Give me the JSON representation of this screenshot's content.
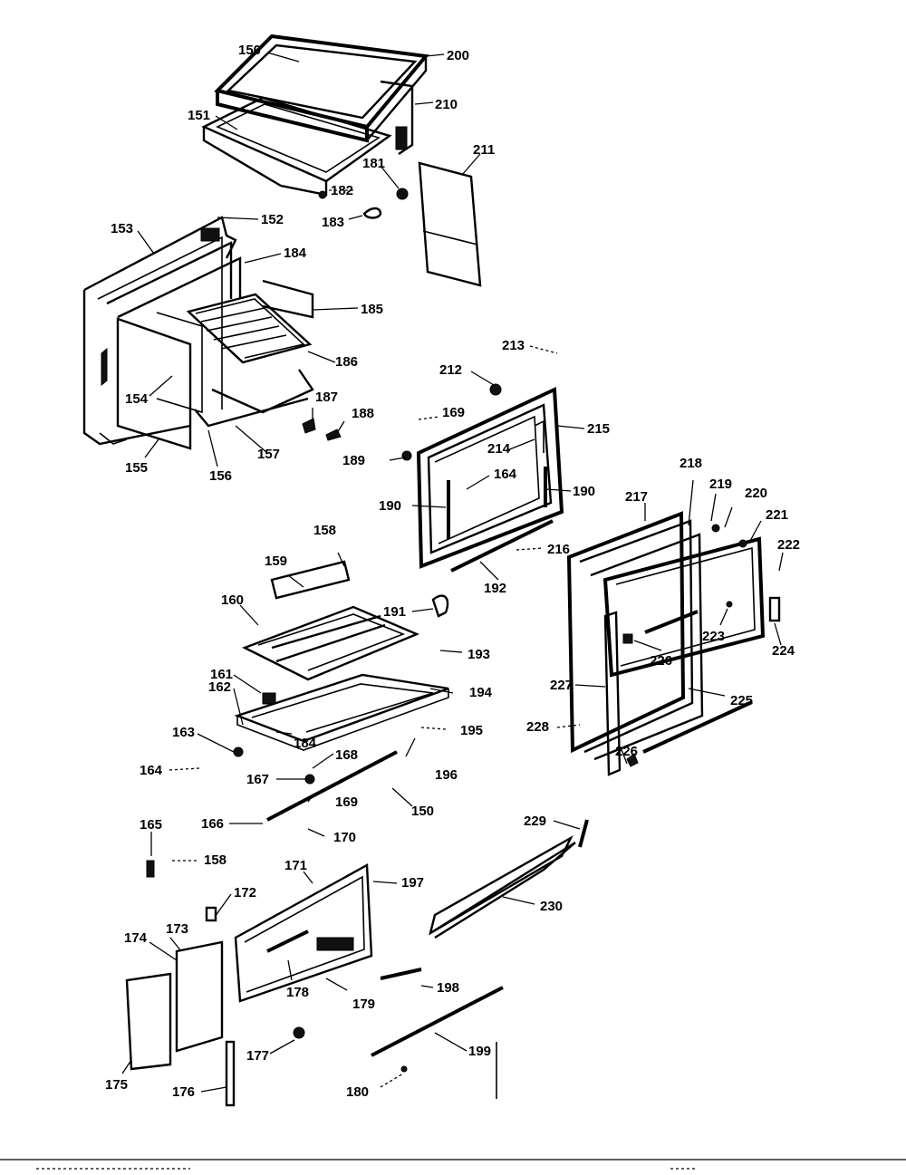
{
  "diagram": {
    "callouts": [
      "150",
      "200",
      "210",
      "151",
      "181",
      "211",
      "182",
      "183",
      "153",
      "152",
      "184",
      "185",
      "186",
      "213",
      "212",
      "154",
      "187",
      "188",
      "169",
      "215",
      "214",
      "189",
      "164",
      "190",
      "190",
      "155",
      "156",
      "157",
      "218",
      "217",
      "219",
      "220",
      "221",
      "222",
      "216",
      "192",
      "158",
      "159",
      "191",
      "160",
      "193",
      "223",
      "224",
      "226",
      "161",
      "194",
      "227",
      "162",
      "225",
      "163",
      "195",
      "228",
      "226",
      "164",
      "184",
      "168",
      "196",
      "167",
      "169",
      "150",
      "166",
      "170",
      "229",
      "165",
      "158",
      "171",
      "197",
      "172",
      "230",
      "173",
      "174",
      "178",
      "179",
      "198",
      "177",
      "199",
      "175",
      "176",
      "180"
    ]
  }
}
